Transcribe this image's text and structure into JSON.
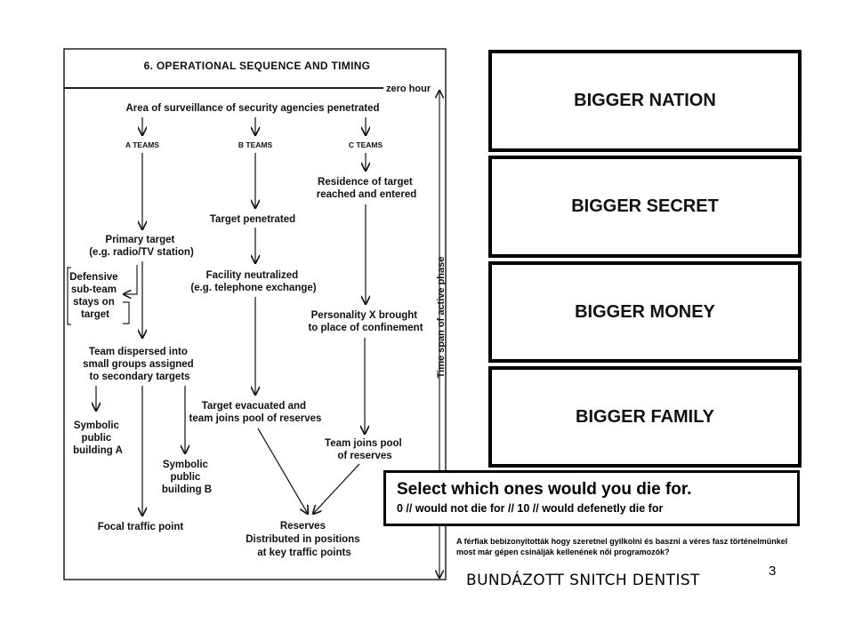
{
  "diagram": {
    "title": "6. OPERATIONAL SEQUENCE AND TIMING",
    "zero_hour": "zero hour",
    "time_span": "Time span of active phase",
    "start": "Area of surveillance of security agencies penetrated",
    "teams": [
      "A TEAMS",
      "B TEAMS",
      "C TEAMS"
    ],
    "a_primary": [
      "Primary target",
      "(e.g. radio/TV station)"
    ],
    "a_defensive": [
      "Defensive",
      "sub-team",
      "stays on",
      "target"
    ],
    "a_dispersed": [
      "Team dispersed into",
      "small groups assigned",
      "to secondary targets"
    ],
    "a_symbolic_a": [
      "Symbolic",
      "public",
      "building A"
    ],
    "a_symbolic_b": [
      "Symbolic",
      "public",
      "building B"
    ],
    "a_focal": "Focal traffic point",
    "b_penetrated": "Target penetrated",
    "b_facility": [
      "Facility neutralized",
      "(e.g. telephone exchange)"
    ],
    "b_evacuated": [
      "Target evacuated and",
      "team joins pool of reserves"
    ],
    "c_residence": [
      "Residence of target",
      "reached and entered"
    ],
    "c_personality": [
      "Personality X brought",
      "to place of confinement"
    ],
    "c_pool": [
      "Team joins pool",
      "of reserves"
    ],
    "reserves": [
      "Reserves",
      "Distributed in positions",
      "at key traffic points"
    ]
  },
  "choices": [
    {
      "label": "BIGGER NATION"
    },
    {
      "label": "BIGGER SECRET"
    },
    {
      "label": "BIGGER MONEY"
    },
    {
      "label": "BIGGER FAMILY"
    }
  ],
  "prompt": {
    "title": "Select which ones would you die for.",
    "scale": "0 // would not die for // 10 // would defenetly die for"
  },
  "note": "A férfiak bebizonyitották hogy szeretnel gyilkolni és baszni a véres fasz történelmünkel most már gépen csinálják kellenének női programozók?",
  "page_number": "3",
  "footer_caption": "BUNDÁZOTT SNITCH DENTIST"
}
